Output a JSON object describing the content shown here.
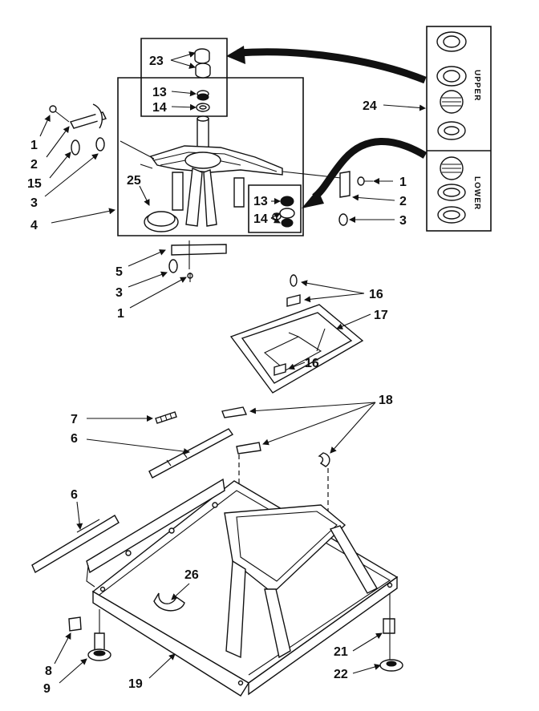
{
  "diagram": {
    "callouts": {
      "c23": "23",
      "c13a": "13",
      "c14a": "14",
      "c1a": "1",
      "c2a": "2",
      "c15": "15",
      "c3a": "3",
      "c25": "25",
      "c4": "4",
      "c13b": "13",
      "c14b": "14",
      "c1b": "1",
      "c2b": "2",
      "c3b": "3",
      "c24": "24",
      "c5": "5",
      "c3c": "3",
      "c1c": "1",
      "c16a": "16",
      "c17": "17",
      "c16b": "16",
      "c7": "7",
      "c18": "18",
      "c6a": "6",
      "c6b": "6",
      "c26": "26",
      "c8": "8",
      "c9": "9",
      "c19": "19",
      "c21": "21",
      "c22": "22"
    },
    "kit_labels": {
      "upper": "UPPER",
      "lower": "LOWER"
    }
  }
}
